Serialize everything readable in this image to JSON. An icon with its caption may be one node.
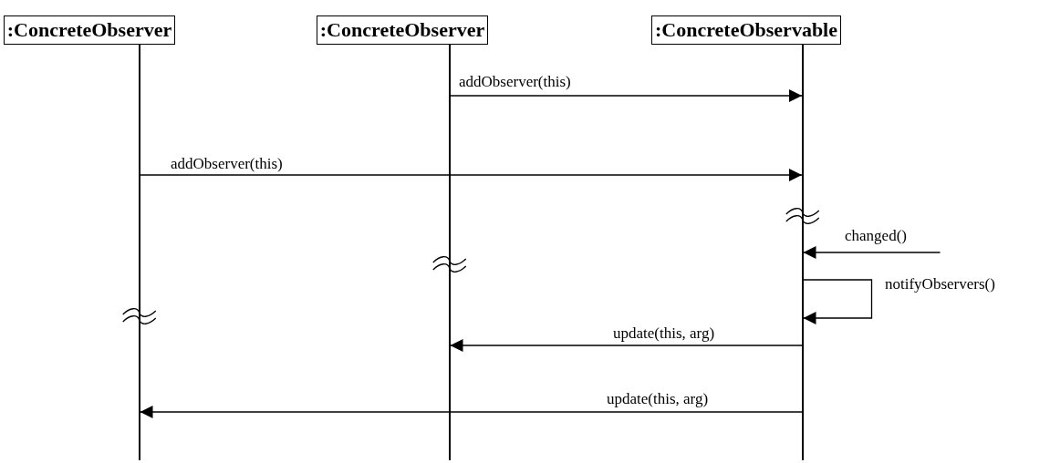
{
  "diagram": {
    "nodes": [
      {
        "text": [
          ":ConcreteObserver"
        ]
      },
      {
        "text": [
          ":ConcreteObserver"
        ]
      },
      {
        "text": [
          ":ConcreteObservable"
        ]
      },
      {
        "text": [],
        "shape": "line"
      },
      {
        "text": [],
        "shape": "line"
      },
      {
        "text": [],
        "shape": "line"
      }
    ],
    "edges": [
      {
        "from": 4,
        "to": 5,
        "arrow": "to",
        "label": "addObserver(this)"
      },
      {
        "from": 3,
        "to": 5,
        "arrow": "to",
        "label": "addObserver(this)"
      },
      {
        "from": null,
        "to": 5,
        "arrow": "to",
        "label": "changed()"
      },
      {
        "from": 5,
        "to": 5,
        "arrow": "to",
        "label": "notifyObservers()"
      },
      {
        "from": 5,
        "to": 4,
        "arrow": "to",
        "label": "update(this, arg)"
      },
      {
        "from": 5,
        "to": 3,
        "arrow": "to",
        "label": "update(this, arg)"
      }
    ]
  }
}
